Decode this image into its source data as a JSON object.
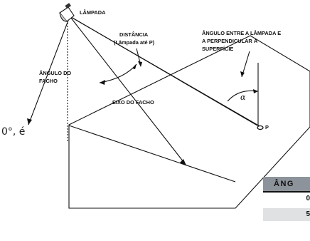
{
  "diagram": {
    "lamp_label": "LÂMPADA",
    "distance_label_line1": "DISTÂNCIA",
    "distance_label_line2": "(Lâmpada até P)",
    "angle_label_line1": "ÂNGULO ENTRE A LÂMPADA E",
    "angle_label_line2": "A PERPENDICULAR À",
    "angle_label_line3": "SUPERFÍCIE",
    "beam_angle_line1": "ÂNGULO DO",
    "beam_angle_line2": "FACHO",
    "beam_axis_label": "EIXO DO FACHO",
    "alpha_symbol": "α",
    "point_label": "P"
  },
  "body_text": {
    "fragment": "0°, é"
  },
  "table": {
    "header": "ÂNG",
    "rows": [
      "0",
      "5"
    ]
  }
}
